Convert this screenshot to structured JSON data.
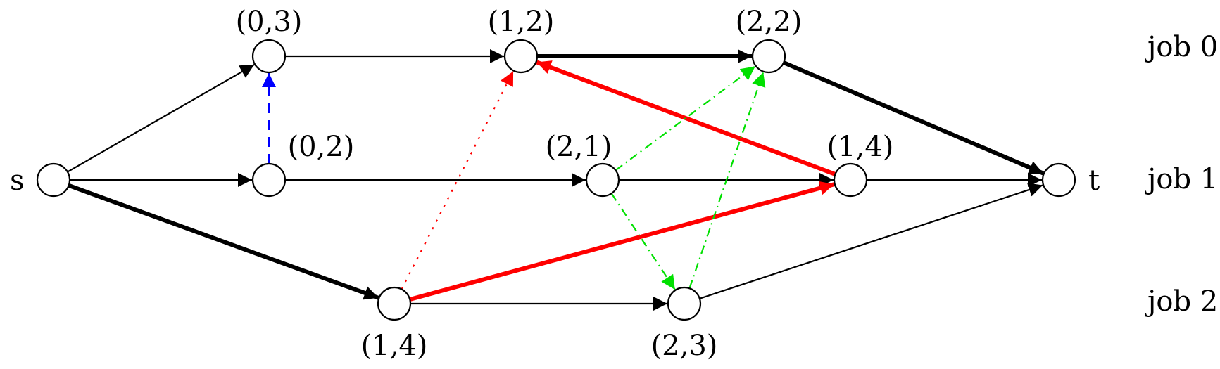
{
  "nodes": [
    {
      "id": "s",
      "label": ""
    },
    {
      "id": "n03",
      "label": "(0,3)"
    },
    {
      "id": "n12",
      "label": "(1,2)"
    },
    {
      "id": "n22",
      "label": "(2,2)"
    },
    {
      "id": "n02",
      "label": "(0,2)"
    },
    {
      "id": "n21",
      "label": "(2,1)"
    },
    {
      "id": "n14a",
      "label": "(1,4)"
    },
    {
      "id": "t",
      "label": ""
    },
    {
      "id": "n14b",
      "label": "(1,4)"
    },
    {
      "id": "n23",
      "label": "(2,3)"
    }
  ],
  "terminals": {
    "source": "s",
    "sink": "t"
  },
  "jobs": [
    "job 0",
    "job 1",
    "job 2"
  ],
  "edges": [
    {
      "from": "s",
      "to": "n03",
      "style": "normal"
    },
    {
      "from": "s",
      "to": "n02",
      "style": "normal"
    },
    {
      "from": "s",
      "to": "n14b",
      "style": "bold"
    },
    {
      "from": "n02",
      "to": "n03",
      "style": "blue-dashed"
    },
    {
      "from": "n03",
      "to": "n12",
      "style": "normal"
    },
    {
      "from": "n12",
      "to": "n22",
      "style": "bold"
    },
    {
      "from": "n22",
      "to": "t",
      "style": "bold"
    },
    {
      "from": "n02",
      "to": "n21",
      "style": "normal"
    },
    {
      "from": "n21",
      "to": "n14a",
      "style": "normal"
    },
    {
      "from": "n14a",
      "to": "t",
      "style": "normal"
    },
    {
      "from": "n14b",
      "to": "n23",
      "style": "normal"
    },
    {
      "from": "n23",
      "to": "t",
      "style": "normal"
    },
    {
      "from": "n14a",
      "to": "n12",
      "style": "red-bold"
    },
    {
      "from": "n14b",
      "to": "n14a",
      "style": "red-bold"
    },
    {
      "from": "n14b",
      "to": "n12",
      "style": "red-dotted"
    },
    {
      "from": "n21",
      "to": "n22",
      "style": "green-dashdot"
    },
    {
      "from": "n21",
      "to": "n23",
      "style": "green-dashdot"
    },
    {
      "from": "n23",
      "to": "n22",
      "style": "green-dashdot"
    }
  ],
  "colors": {
    "black": "#000000",
    "red": "#ff0000",
    "green": "#00e000",
    "blue": "#0000ff"
  }
}
